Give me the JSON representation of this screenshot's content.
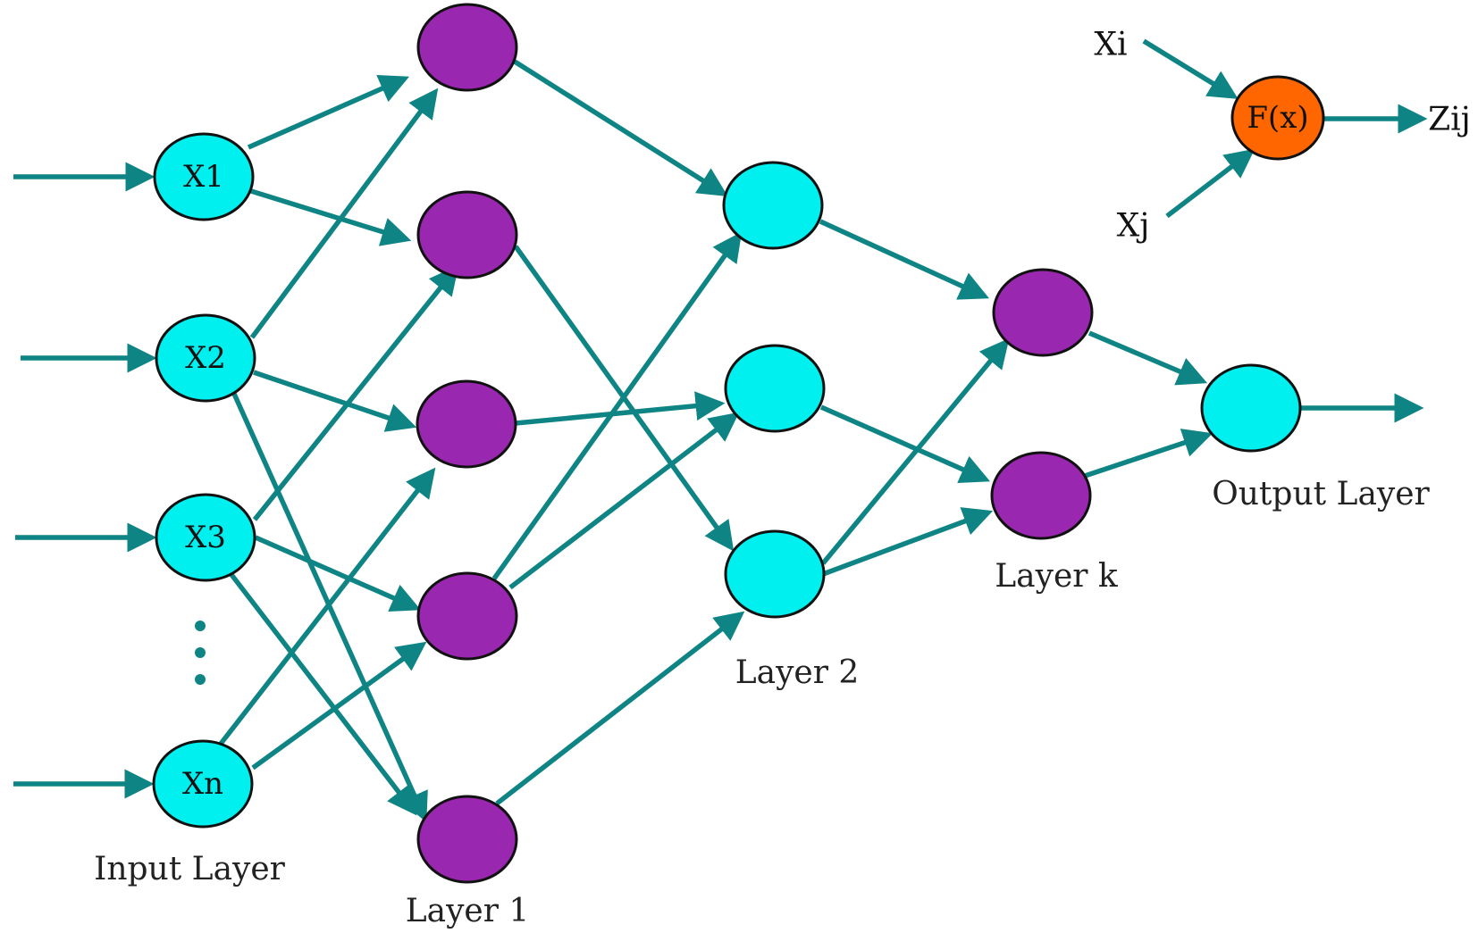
{
  "colors": {
    "edge": "#0f8484",
    "cyan_node": "#00f0f0",
    "purple_node": "#9a27b0",
    "orange_node": "#ff6600",
    "outline": "#111111"
  },
  "labels": {
    "input_layer": "Input Layer",
    "layer1": "Layer 1",
    "layer2": "Layer 2",
    "layerk": "Layer k",
    "output_layer": "Output Layer"
  },
  "input_nodes": {
    "x1": "X1",
    "x2": "X2",
    "x3": "X3",
    "xn": "Xn"
  },
  "neuron_detail": {
    "input_i": "Xi",
    "input_j": "Xj",
    "function": "F(x)",
    "output": "Zij"
  }
}
